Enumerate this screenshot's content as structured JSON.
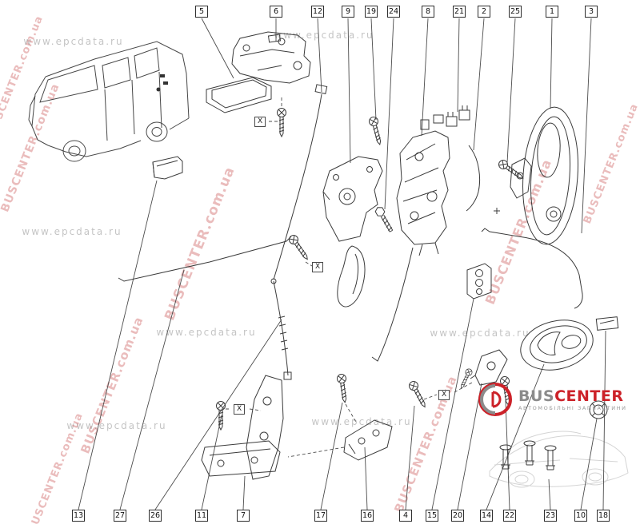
{
  "callouts": {
    "top": [
      {
        "label": "5"
      },
      {
        "label": "6"
      },
      {
        "label": "12"
      },
      {
        "label": "9"
      },
      {
        "label": "19"
      },
      {
        "label": "24"
      },
      {
        "label": "8"
      },
      {
        "label": "21"
      },
      {
        "label": "2"
      },
      {
        "label": "25"
      },
      {
        "label": "1"
      },
      {
        "label": "3"
      }
    ],
    "bottom": [
      {
        "label": "13"
      },
      {
        "label": "27"
      },
      {
        "label": "26"
      },
      {
        "label": "11"
      },
      {
        "label": "7"
      },
      {
        "label": "17"
      },
      {
        "label": "16"
      },
      {
        "label": "4"
      },
      {
        "label": "15"
      },
      {
        "label": "20"
      },
      {
        "label": "14"
      },
      {
        "label": "22"
      },
      {
        "label": "23"
      },
      {
        "label": "10"
      },
      {
        "label": "18"
      }
    ]
  },
  "markers": {
    "x_label": "X"
  },
  "watermarks": {
    "buscenter": "BUSCENTER.com.ua",
    "epcdata": "www.epcdata.ru"
  },
  "logo": {
    "bus": "BUS",
    "center": "CENTER",
    "tagline": "АВТОМОБІЛЬНІ ЗАПЧАСТИНИ",
    "accent_color": "#cc2229",
    "gray_color": "#8b8b8b"
  }
}
